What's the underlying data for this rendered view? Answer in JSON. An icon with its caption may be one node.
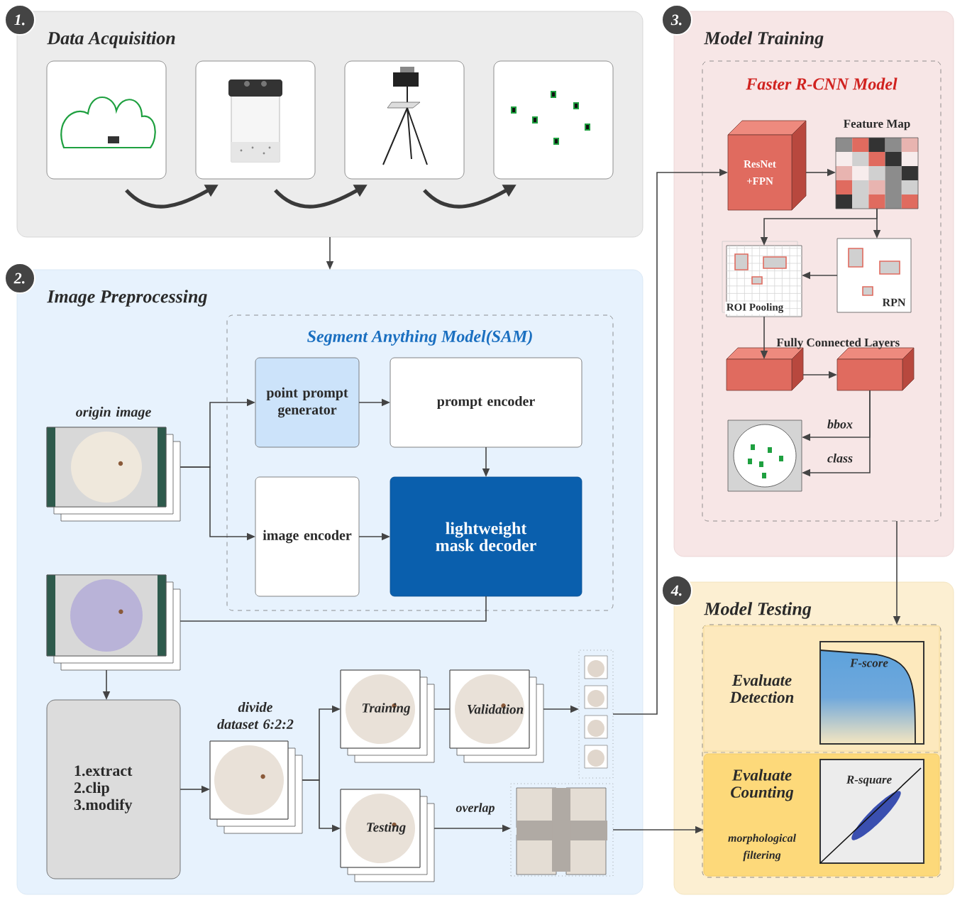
{
  "diagram": {
    "nodes": [
      {
        "text": [
          "Data Acquisition"
        ],
        "beside": [
          "1."
        ]
      },
      {
        "text": [],
        "shape": "picture",
        "in": 0
      },
      {
        "text": [],
        "shape": "picture",
        "in": 0
      },
      {
        "text": [],
        "shape": "picture",
        "in": 0
      },
      {
        "text": [],
        "shape": "picture",
        "in": 0
      },
      {
        "text": [
          "Image Preprocessing"
        ],
        "beside": [
          "2."
        ]
      },
      {
        "text": [
          "Segment Anything Model(SAM)"
        ],
        "in": 5
      },
      {
        "text": [
          "point prompt generator"
        ],
        "in": 6
      },
      {
        "text": [
          "prompt encoder"
        ],
        "in": 6
      },
      {
        "text": [
          "image encoder"
        ],
        "in": 6
      },
      {
        "text": [
          "lightweight mask decoder"
        ],
        "in": 6
      },
      {
        "text": [
          "origin image"
        ],
        "in": 5
      },
      {
        "text": [],
        "shape": "picture",
        "in": 5
      },
      {
        "text": [
          "1.extract 2.clip 3.modify"
        ],
        "in": 5
      },
      {
        "text": [
          "divide dataset 6:2:2"
        ],
        "in": 5
      },
      {
        "text": [
          "Training"
        ],
        "in": 5
      },
      {
        "text": [
          "Validation"
        ],
        "in": 5
      },
      {
        "text": [],
        "shape": "picture",
        "in": 5
      },
      {
        "text": [
          "Testing"
        ],
        "in": 5
      },
      {
        "text": [],
        "shape": "picture",
        "in": 5
      },
      {
        "text": [
          "Model Training"
        ],
        "beside": [
          "3."
        ]
      },
      {
        "text": [
          "Faster R-CNN Model"
        ],
        "in": 20
      },
      {
        "text": [
          "ResNet +FPN"
        ],
        "in": 21
      },
      {
        "text": [
          "Feature Map"
        ],
        "in": 21
      },
      {
        "text": [
          "ROI Pooling"
        ],
        "in": 21
      },
      {
        "text": [
          "RPN"
        ],
        "in": 21
      },
      {
        "text": [],
        "shape": "box",
        "in": 21
      },
      {
        "text": [],
        "shape": "box",
        "in": 21
      },
      {
        "text": [],
        "shape": "picture",
        "in": 21
      },
      {
        "text": [
          "Model Testing"
        ],
        "beside": [
          "4."
        ]
      },
      {
        "text": [],
        "shape": "box",
        "in": 29
      },
      {
        "text": [
          "Evaluate Detection"
        ],
        "in": 30
      },
      {
        "text": [
          "F-score"
        ],
        "in": 31
      },
      {
        "text": [
          "Evaluate Counting",
          "morphological filtering"
        ],
        "in": 30
      },
      {
        "text": [
          "R-square"
        ],
        "in": 33
      }
    ],
    "edges": [
      {
        "from": 1,
        "to": 2,
        "arrow": "to",
        "style": "thick"
      },
      {
        "from": 2,
        "to": 3,
        "arrow": "to",
        "style": "thick"
      },
      {
        "from": 3,
        "to": 4,
        "arrow": "to",
        "style": "thick"
      },
      {
        "from": 0,
        "to": 5,
        "arrow": "to"
      },
      {
        "from": 11,
        "to": 7,
        "arrow": "to"
      },
      {
        "from": 11,
        "to": 9,
        "arrow": "to"
      },
      {
        "from": 7,
        "to": 8,
        "arrow": "to"
      },
      {
        "from": 8,
        "to": 10,
        "arrow": "to"
      },
      {
        "from": 9,
        "to": 10,
        "arrow": "to"
      },
      {
        "from": 10,
        "to": 12,
        "arrow": "none"
      },
      {
        "from": 12,
        "to": 13,
        "arrow": "to"
      },
      {
        "from": 13,
        "to": 14,
        "arrow": "to"
      },
      {
        "from": 14,
        "to": 15,
        "arrow": "to"
      },
      {
        "from": 14,
        "to": 18,
        "arrow": "to"
      },
      {
        "from": 15,
        "to": 16,
        "arrow": "none"
      },
      {
        "from": 16,
        "to": 17,
        "arrow": "to"
      },
      {
        "from": 17,
        "to": 22,
        "arrow": "to"
      },
      {
        "from": 18,
        "to": 19,
        "arrow": "to",
        "label": "overlap"
      },
      {
        "from": 19,
        "to": 33,
        "arrow": "to"
      },
      {
        "from": 22,
        "to": 23,
        "arrow": "to"
      },
      {
        "from": 23,
        "to": 24,
        "arrow": "to"
      },
      {
        "from": 23,
        "to": 25,
        "arrow": "to"
      },
      {
        "from": 25,
        "to": 24,
        "arrow": "to"
      },
      {
        "from": 24,
        "to": 26,
        "arrow": "to"
      },
      {
        "from": 26,
        "to": 27,
        "arrow": "to"
      },
      {
        "from": 27,
        "to": 28,
        "arrow": "to",
        "label": "bbox"
      },
      {
        "from": 27,
        "to": 28,
        "arrow": "to",
        "label": "class"
      },
      {
        "from": 21,
        "to": 30,
        "arrow": "to"
      }
    ],
    "labels": [
      "Fully Connected Layers"
    ]
  }
}
